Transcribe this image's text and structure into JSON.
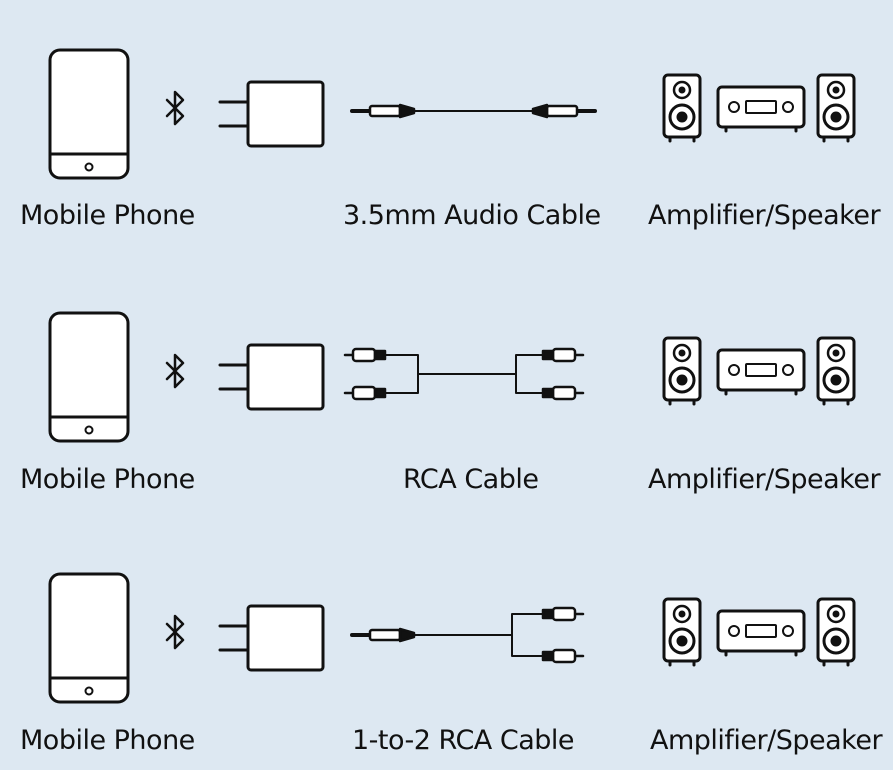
{
  "rows": [
    {
      "phone_label": "Mobile Phone",
      "cable_label": "3.5mm Audio Cable",
      "output_label": "Amplifier/Speaker",
      "cable_type": "3.5mm-to-3.5mm"
    },
    {
      "phone_label": "Mobile Phone",
      "cable_label": "RCA Cable",
      "output_label": "Amplifier/Speaker",
      "cable_type": "rca-to-rca"
    },
    {
      "phone_label": "Mobile Phone",
      "cable_label": "1-to-2 RCA Cable",
      "output_label": "Amplifier/Speaker",
      "cable_type": "3.5mm-to-rca"
    }
  ],
  "icons": [
    "phone-icon",
    "bluetooth-icon",
    "bluetooth-receiver-icon",
    "cable-icon",
    "speaker-icon",
    "amplifier-icon"
  ],
  "colors": {
    "background": "#dde8f2",
    "stroke": "#111111",
    "fill": "#ffffff"
  }
}
